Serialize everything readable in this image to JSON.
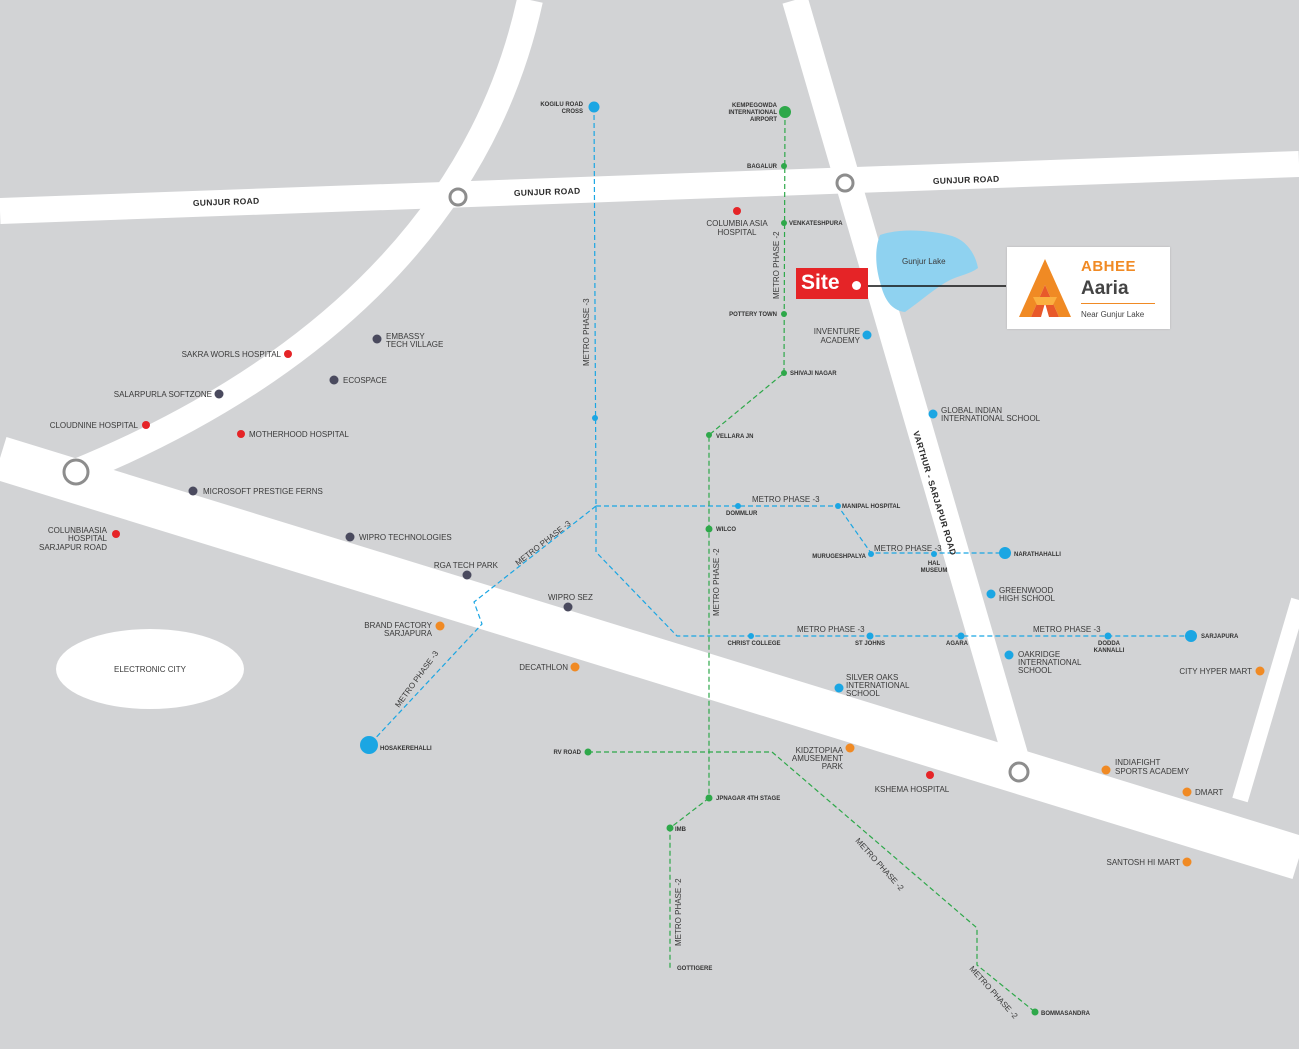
{
  "colors": {
    "background": "#d2d3d5",
    "road": "#ffffff",
    "metro_phase_3": "#1ba6e3",
    "metro_phase_2": "#2ea84a",
    "hospital": "#e52427",
    "it_park": "#4a4a5e",
    "school": "#1ba6e3",
    "retail": "#f08a24",
    "site": "#e52427",
    "lake": "#8fd2f0"
  },
  "roads": {
    "gunjur_left": "GUNJUR ROAD",
    "gunjur_mid": "GUNJUR ROAD",
    "gunjur_right": "GUNJUR ROAD",
    "varthur": "VARTHUR - SARJAPUR ROAD"
  },
  "areas": {
    "electronic_city": "ELECTRONIC CITY",
    "lake": "Gunjur Lake"
  },
  "site": {
    "label": "Site"
  },
  "brand": {
    "top": "ABHEE",
    "main": "Aaria",
    "sub": "Near Gunjur Lake"
  },
  "metro_lines": {
    "p3_vertical": "METRO PHASE -3",
    "p3_dommlur": "METRO PHASE -3",
    "p3_murugesh": "METRO PHASE -3",
    "p3_christ": "METRO PHASE -3",
    "p3_sarjapura": "METRO PHASE -3",
    "p3_diag_upper": "METRO PHASE -3",
    "p3_diag_lower": "METRO PHASE -3",
    "p2_airport": "METRO PHASE -2",
    "p2_vertical": "METRO PHASE -2",
    "p2_gottigere": "METRO PHASE -2",
    "p2_bommasandra_a": "METRO PHASE -2",
    "p2_bommasandra_b": "METRO PHASE -2"
  },
  "stations": [
    {
      "id": "kogilu",
      "label": "KOGILU ROAD"
    },
    {
      "id": "kogilu2",
      "label": "CROSS"
    },
    {
      "id": "kia1",
      "label": "KEMPEGOWDA"
    },
    {
      "id": "kia2",
      "label": "INTERNATIONAL"
    },
    {
      "id": "kia3",
      "label": "AIRPORT"
    },
    {
      "id": "bagalur",
      "label": "BAGALUR"
    },
    {
      "id": "venkateshpura",
      "label": "VENKATESHPURA"
    },
    {
      "id": "pottery",
      "label": "POTTERY TOWN"
    },
    {
      "id": "shivaji",
      "label": "SHIVAJI NAGAR"
    },
    {
      "id": "vellara",
      "label": "VELLARA JN"
    },
    {
      "id": "dommlur",
      "label": "DOMMLUR"
    },
    {
      "id": "manipal",
      "label": "MANIPAL HOSPITAL"
    },
    {
      "id": "wilco",
      "label": "WILCO"
    },
    {
      "id": "murugesh",
      "label": "MURUGESHPALYA"
    },
    {
      "id": "hal1",
      "label": "HAL"
    },
    {
      "id": "hal2",
      "label": "MUSEUM"
    },
    {
      "id": "narathahalli",
      "label": "NARATHAHALLI"
    },
    {
      "id": "christ",
      "label": "CHRIST COLLEGE"
    },
    {
      "id": "stjohns",
      "label": "ST JOHNS"
    },
    {
      "id": "agara",
      "label": "AGARA"
    },
    {
      "id": "dodda1",
      "label": "DODDA"
    },
    {
      "id": "dodda2",
      "label": "KANNALLI"
    },
    {
      "id": "sarjapura",
      "label": "SARJAPURA"
    },
    {
      "id": "hosakerehalli",
      "label": "HOSAKEREHALLI"
    },
    {
      "id": "rvroad",
      "label": "RV ROAD"
    },
    {
      "id": "jpnagar",
      "label": "JPNAGAR 4TH STAGE"
    },
    {
      "id": "imb",
      "label": "IMB"
    },
    {
      "id": "gottigere",
      "label": "GOTTIGERE"
    },
    {
      "id": "bommasandra",
      "label": "BOMMASANDRA"
    }
  ],
  "places": [
    {
      "id": "embassy1",
      "label": "EMBASSY"
    },
    {
      "id": "embassy2",
      "label": "TECH VILLAGE"
    },
    {
      "id": "sakra",
      "label": "SAKRA WORLS HOSPITAL"
    },
    {
      "id": "ecospace",
      "label": "ECOSPACE"
    },
    {
      "id": "salarpuria",
      "label": "SALARPURLA SOFTZONE"
    },
    {
      "id": "cloudnine",
      "label": "CLOUDNINE HOSPITAL"
    },
    {
      "id": "motherhood",
      "label": "MOTHERHOOD HOSPITAL"
    },
    {
      "id": "microsoft",
      "label": "MICROSOFT PRESTIGE FERNS"
    },
    {
      "id": "columbia_s1",
      "label": "COLUNBIAASIA"
    },
    {
      "id": "columbia_s2",
      "label": "HOSPITAL"
    },
    {
      "id": "columbia_s3",
      "label": "SARJAPUR ROAD"
    },
    {
      "id": "wipro_tech",
      "label": "WIPRO TECHNOLOGIES"
    },
    {
      "id": "rga",
      "label": "RGA TECH PARK"
    },
    {
      "id": "wipro_sez",
      "label": "WIPRO SEZ"
    },
    {
      "id": "brand1",
      "label": "BRAND FACTORY"
    },
    {
      "id": "brand2",
      "label": "SARJAPURA"
    },
    {
      "id": "decathlon",
      "label": "DECATHLON"
    },
    {
      "id": "columbia_n1",
      "label": "COLUMBIA ASIA"
    },
    {
      "id": "columbia_n2",
      "label": "HOSPITAL"
    },
    {
      "id": "inventure1",
      "label": "INVENTURE"
    },
    {
      "id": "inventure2",
      "label": "ACADEMY"
    },
    {
      "id": "global1",
      "label": "GLOBAL INDIAN"
    },
    {
      "id": "global2",
      "label": "INTERNATIONAL SCHOOL"
    },
    {
      "id": "greenwood1",
      "label": "GREENWOOD"
    },
    {
      "id": "greenwood2",
      "label": "HIGH SCHOOL"
    },
    {
      "id": "oakridge1",
      "label": "OAKRIDGE"
    },
    {
      "id": "oakridge2",
      "label": "INTERNATIONAL"
    },
    {
      "id": "oakridge3",
      "label": "SCHOOL"
    },
    {
      "id": "silveroaks1",
      "label": "SILVER OAKS"
    },
    {
      "id": "silveroaks2",
      "label": "INTERNATIONAL"
    },
    {
      "id": "silveroaks3",
      "label": "SCHOOL"
    },
    {
      "id": "cityhyper",
      "label": "CITY HYPER MART"
    },
    {
      "id": "kidz1",
      "label": "KIDZTOPIAA"
    },
    {
      "id": "kidz2",
      "label": "AMUSEMENT"
    },
    {
      "id": "kidz3",
      "label": "PARK"
    },
    {
      "id": "kshema",
      "label": "KSHEMA HOSPITAL"
    },
    {
      "id": "indiafight1",
      "label": "INDIAFIGHT"
    },
    {
      "id": "indiafight2",
      "label": "SPORTS ACADEMY"
    },
    {
      "id": "dmart",
      "label": "DMART"
    },
    {
      "id": "santosh",
      "label": "SANTOSH HI MART"
    }
  ]
}
